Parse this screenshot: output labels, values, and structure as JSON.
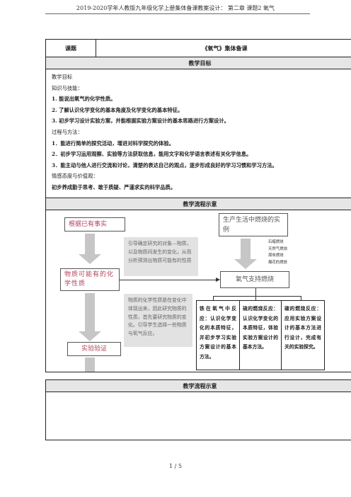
{
  "header": "2019-2020学年人教版九年级化学上册集体备课教案设计： 第二章 课题2 氧气",
  "table": {
    "topic_label": "课题",
    "topic_value": "《氧气》集体备课",
    "goals_heading": "教学目标",
    "goals_lines": [
      {
        "text": "教学目标",
        "bold": false
      },
      {
        "text": "知识与技能：",
        "bold": false
      },
      {
        "text": "1. 能说出氧气的化学性质。",
        "bold": true
      },
      {
        "text": "2. 了解认识化学变化的基本角度及化学变化的基本特征。",
        "bold": true
      },
      {
        "text": "3. 初步学习设计实验方案，并能根据实验方案设计的基本思路进行方案设计。",
        "bold": true
      },
      {
        "text": "过程与方法：",
        "bold": false
      },
      {
        "text": "1．能进行简单的探究活动，增进对科学探究的体验。",
        "bold": true
      },
      {
        "text": "2．初步学习运用观察、实验等方法获取信息，能用文字和化学语言表述有关化学信息。",
        "bold": true
      },
      {
        "text": "3．能主动与他人进行交流和讨论，清楚的表达自己的观点，逐步形成良好的学习习惯和学习方法。",
        "bold": true
      },
      {
        "text": "情感态度与价值观：",
        "bold": false
      },
      {
        "text": "初步养成勤于思考、敢于质疑、严谨求实的科学品质。",
        "bold": true
      }
    ],
    "flow_heading": "教学流程示意",
    "flow_heading_2": "教学流程示意"
  },
  "flow": {
    "facts_box": "根据已有事实",
    "life_box": "生产生活中燃烧的实例",
    "guide_text": "引导确定研究的对象—物质，以及物质间发生的变化，从而分析预测出物质可能有的性质",
    "examples": [
      "石蜡燃烧",
      "天然气燃烧",
      "煤炭燃烧",
      "烟花的燃放"
    ],
    "property_box": "物质可能有的化学性质",
    "oxygen_box": "氧气支持燃烧",
    "nature_text": "物质的化学性质是在变化中体现出来，因此研究物质的性质，首先要研究物质的变化。引导学生选择一些物质与氧气反应。",
    "verify_box": "实验验证",
    "columns": [
      "铁在氧气中反应：认识化学变化的本质特征，并初步学习实验方案设计的基本方法。",
      "硫的燃烧反应：认识化学变化的本质特征，体验实验方案设计的基本方法。",
      "碳的燃烧反应：应用实验方案设计的基本方法进行设计，完成有关的实验探究。"
    ]
  },
  "footer": "1 / 5",
  "colors": {
    "accent": "#b3445c",
    "heading_bg": "#e7e6e6",
    "arrow": "#c6c6c6"
  }
}
